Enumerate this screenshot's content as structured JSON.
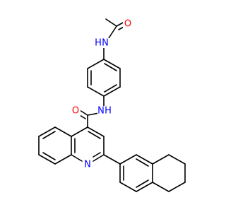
{
  "molecule": {
    "atom_labels": {
      "amide_oxygen_top": "O",
      "amide_nitrogen_top": "N",
      "amide_nitrogen_top_h": "H",
      "amide_nitrogen_mid": "N",
      "amide_nitrogen_mid_h": "H",
      "amide_oxygen_mid": "O",
      "quinoline_nitrogen": "N"
    },
    "colors": {
      "bond": "#000000",
      "oxygen": "#ff0000",
      "nitrogen": "#0000ff",
      "background": "#ffffff"
    }
  }
}
